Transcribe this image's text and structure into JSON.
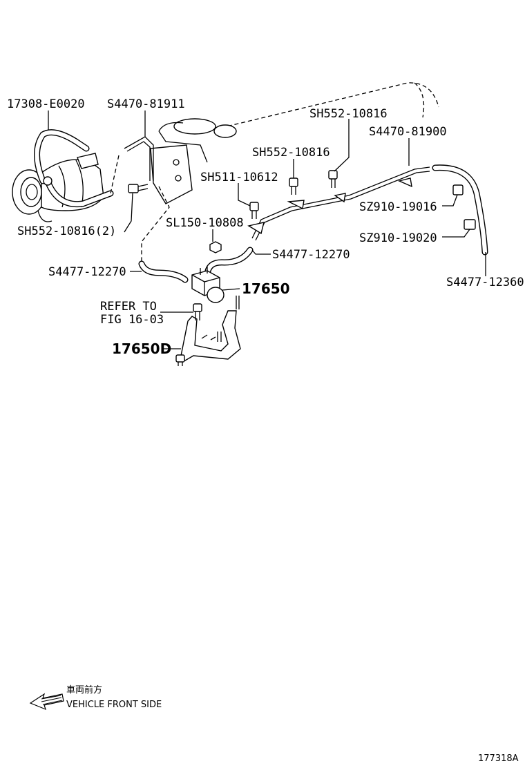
{
  "labels": {
    "l_17308_e0020": "17308-E0020",
    "l_s4470_81911": "S4470-81911",
    "l_sh552_10816_top": "SH552-10816",
    "l_s4470_81900": "S4470-81900",
    "l_sh552_10816_mid": "SH552-10816",
    "l_sh511_10612": "SH511-10612",
    "l_sz910_19016": "SZ910-19016",
    "l_sh552_10816_2": "SH552-10816(2)",
    "l_sl150_10808": "SL150-10808",
    "l_sz910_19020": "SZ910-19020",
    "l_s4477_12270_right": "S4477-12270",
    "l_s4477_12270_left": "S4477-12270",
    "l_s4477_12360": "S4477-12360",
    "l_17650": "17650",
    "l_refer_to": "REFER TO",
    "l_fig_16_03": "FIG 16-03",
    "l_17650d": "17650D"
  },
  "legend": {
    "japanese": "車両前方",
    "english": "VEHICLE FRONT SIDE"
  },
  "figure_id": "177318A"
}
